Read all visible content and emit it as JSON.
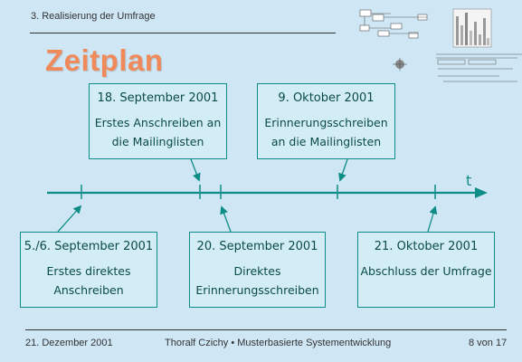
{
  "header": {
    "section": "3. Realisierung der Umfrage"
  },
  "title": "Zeitplan",
  "timeline": {
    "axis_label": "t"
  },
  "events": [
    {
      "date": "18. September 2001",
      "line1": "Erstes Anschreiben an",
      "line2": "die Mailinglisten"
    },
    {
      "date": "9. Oktober 2001",
      "line1": "Erinnerungsschreiben",
      "line2": "an die Mailinglisten"
    },
    {
      "date": "5./6. September 2001",
      "line1": "Erstes direktes",
      "line2": "Anschreiben"
    },
    {
      "date": "20. September 2001",
      "line1": "Direktes",
      "line2": "Erinnerungsschreiben"
    },
    {
      "date": "21. Oktober 2001",
      "line1": "Abschluss der Umfrage",
      "line2": ""
    }
  ],
  "footer": {
    "date": "21. Dezember 2001",
    "author": "Thoralf Czichy • Musterbasierte Systementwicklung",
    "page": "8 von 17"
  },
  "colors": {
    "background": "#cfe6f5",
    "teal": "#0e8c86",
    "title": "#f08a5a"
  }
}
